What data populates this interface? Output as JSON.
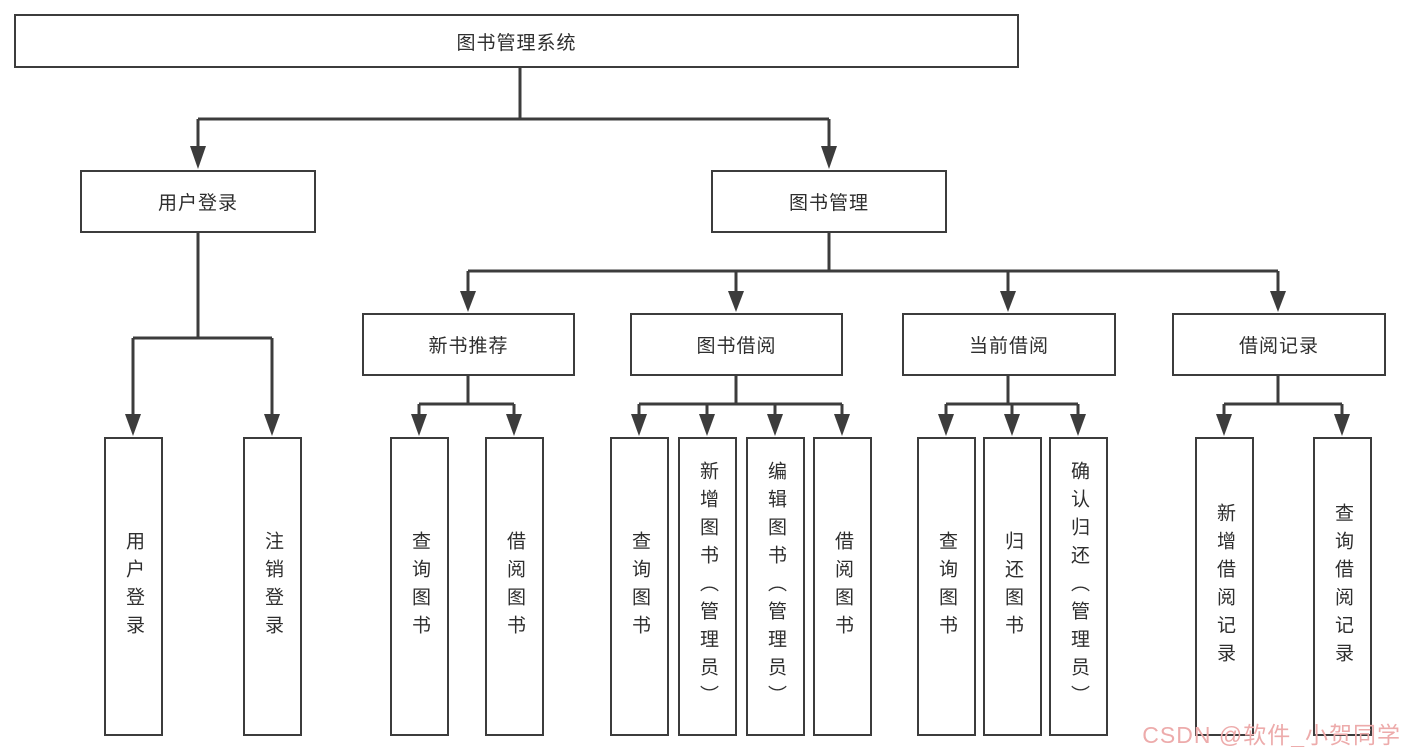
{
  "colors": {
    "line": "#3c3c3c",
    "box_border": "#3c3c3c",
    "box_background": "#ffffff",
    "text": "#2e2e2e",
    "watermark": "#edabab",
    "background": "#ffffff"
  },
  "nodes": {
    "root": "图书管理系统",
    "user_login": "用户登录",
    "book_mgmt": "图书管理",
    "new_books": "新书推荐",
    "book_borrow": "图书借阅",
    "current_borrow": "当前借阅",
    "borrow_records": "借阅记录"
  },
  "leaves": {
    "user_login": [
      "用户登录",
      "注销登录"
    ],
    "new_books": [
      "查询图书",
      "借阅图书"
    ],
    "book_borrow": [
      "查询图书",
      "新增图书（管理员）",
      "编辑图书（管理员）",
      "借阅图书"
    ],
    "current_borrow": [
      "查询图书",
      "归还图书",
      "确认归还（管理员）"
    ],
    "borrow_records": [
      "新增借阅记录",
      "查询借阅记录"
    ]
  },
  "watermark": "CSDN @软件_小贺同学"
}
